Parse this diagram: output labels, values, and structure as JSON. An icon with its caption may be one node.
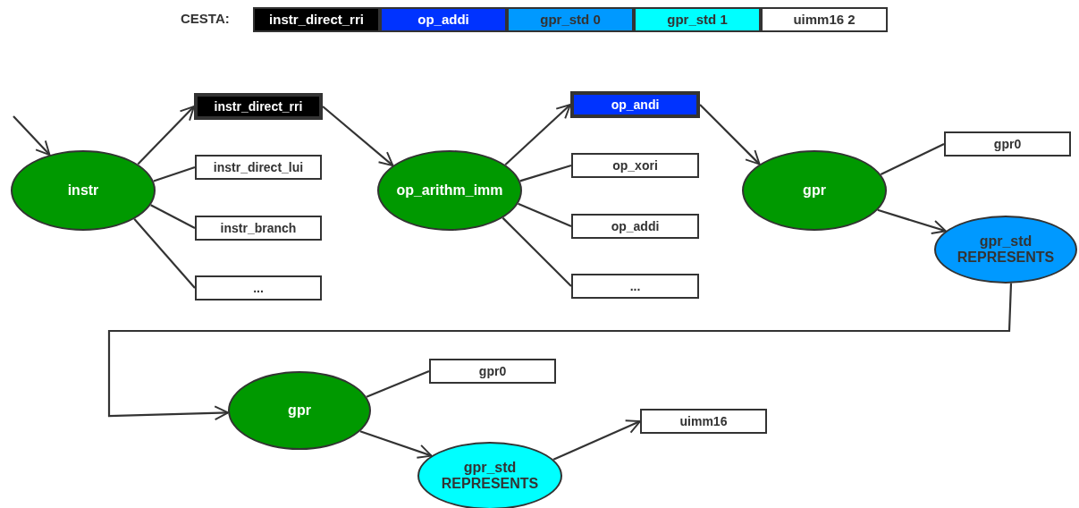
{
  "diagram": {
    "nodes": [
      {
        "text": [
          "instr_direct_rri"
        ]
      },
      {
        "text": [
          "op_addi"
        ]
      },
      {
        "text": [
          "gpr_std 0"
        ]
      },
      {
        "text": [
          "gpr_std 1"
        ]
      },
      {
        "text": [
          "uimm16 2"
        ]
      },
      {
        "text": [
          "instr"
        ]
      },
      {
        "text": [
          "instr_direct_rri"
        ]
      },
      {
        "text": [
          "instr_direct_lui"
        ]
      },
      {
        "text": [
          "instr_branch"
        ]
      },
      {
        "text": [
          "..."
        ]
      },
      {
        "text": [
          "op_arithm_imm"
        ]
      },
      {
        "text": [
          "op_andi"
        ]
      },
      {
        "text": [
          "op_xori"
        ]
      },
      {
        "text": [
          "op_addi"
        ]
      },
      {
        "text": [
          "..."
        ]
      },
      {
        "text": [
          "gpr"
        ]
      },
      {
        "text": [
          "gpr0"
        ]
      },
      {
        "text": [
          "gpr_std REPRESENTS"
        ]
      },
      {
        "text": [
          "gpr"
        ]
      },
      {
        "text": [
          "gpr0"
        ]
      },
      {
        "text": [
          "gpr_std REPRESENTS"
        ]
      },
      {
        "text": [
          "uimm16"
        ]
      }
    ],
    "edges": [
      {
        "from": null,
        "to": 5,
        "arrow": "to"
      },
      {
        "from": 5,
        "to": 6,
        "arrow": "to"
      },
      {
        "from": 5,
        "to": 7,
        "arrow": "none"
      },
      {
        "from": 5,
        "to": 8,
        "arrow": "none"
      },
      {
        "from": 5,
        "to": 9,
        "arrow": "none"
      },
      {
        "from": 6,
        "to": 10,
        "arrow": "to"
      },
      {
        "from": 10,
        "to": 11,
        "arrow": "to"
      },
      {
        "from": 10,
        "to": 12,
        "arrow": "none"
      },
      {
        "from": 10,
        "to": 13,
        "arrow": "none"
      },
      {
        "from": 10,
        "to": 14,
        "arrow": "none"
      },
      {
        "from": 11,
        "to": 15,
        "arrow": "to"
      },
      {
        "from": 15,
        "to": 16,
        "arrow": "none"
      },
      {
        "from": 15,
        "to": 17,
        "arrow": "to"
      },
      {
        "from": 17,
        "to": 18,
        "arrow": "to"
      },
      {
        "from": 18,
        "to": 19,
        "arrow": "none"
      },
      {
        "from": 18,
        "to": 20,
        "arrow": "to"
      },
      {
        "from": 20,
        "to": 21,
        "arrow": "to"
      }
    ],
    "labels": [
      "CESTA:"
    ]
  }
}
